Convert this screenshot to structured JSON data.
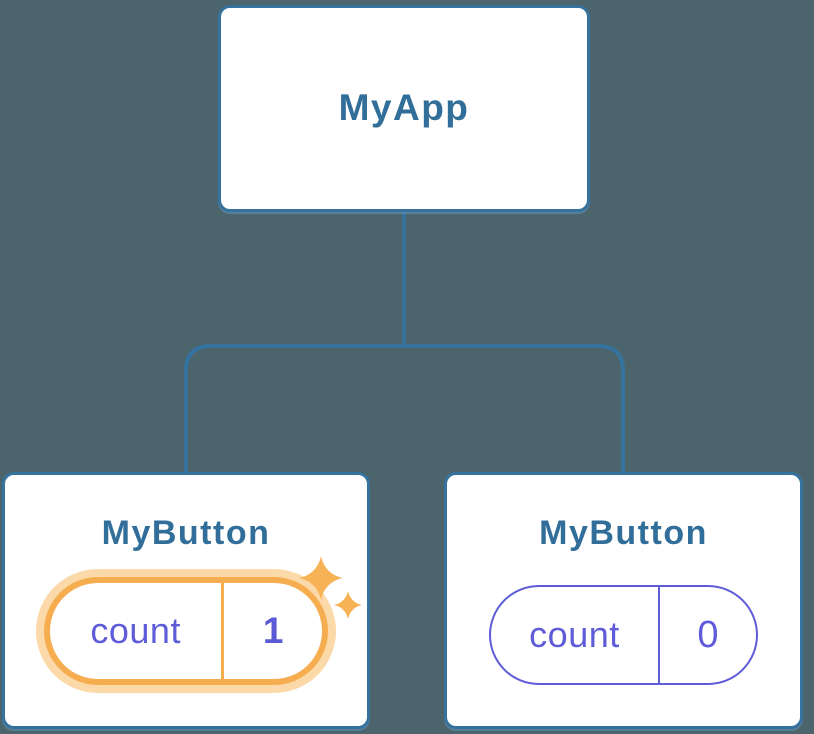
{
  "diagram": {
    "root": {
      "label": "MyApp"
    },
    "children": [
      {
        "label": "MyButton",
        "state": {
          "name": "count",
          "value": "1"
        },
        "highlighted": true
      },
      {
        "label": "MyButton",
        "state": {
          "name": "count",
          "value": "0"
        },
        "highlighted": false
      }
    ]
  },
  "colors": {
    "background": "#4c656d",
    "node_fill": "#ffffff",
    "node_border": "#35739e",
    "node_label_text": "#316e99",
    "connector": "#35739e",
    "state_purple": "#5e5cd8",
    "highlight_orange": "#f5ad50",
    "highlight_glow": "#fbd9a8",
    "sparkle": "#f6b254"
  }
}
